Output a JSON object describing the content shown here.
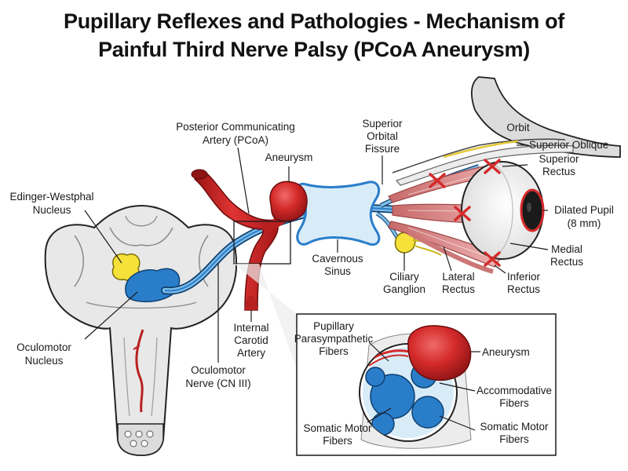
{
  "title": {
    "line1": "Pupillary Reflexes and Pathologies - Mechanism of",
    "line2": "Painful Third Nerve Palsy (PCoA Aneurysm)"
  },
  "labels": {
    "edinger_westphal": [
      "Edinger-Westphal",
      "Nucleus"
    ],
    "oculomotor_nucleus": [
      "Oculomotor",
      "Nucleus"
    ],
    "pcoa": [
      "Posterior Communicating",
      "Artery (PCoA)"
    ],
    "aneurysm_main": "Aneurysm",
    "superior_orbital_fissure": [
      "Superior",
      "Orbital",
      "Fissure"
    ],
    "orbit": "Orbit",
    "superior_oblique": "Superior Oblique",
    "superior_rectus": [
      "Superior",
      "Rectus"
    ],
    "dilated_pupil": [
      "Dilated Pupil",
      "(8 mm)"
    ],
    "medial_rectus": [
      "Medial",
      "Rectus"
    ],
    "inferior_rectus": [
      "Inferior",
      "Rectus"
    ],
    "lateral_rectus": [
      "Lateral",
      "Rectus"
    ],
    "ciliary_ganglion": [
      "Ciliary",
      "Ganglion"
    ],
    "cavernous_sinus": [
      "Cavernous",
      "Sinus"
    ],
    "internal_carotid": [
      "Internal",
      "Carotid",
      "Artery"
    ],
    "oculomotor_nerve": [
      "Oculomotor",
      "Nerve (CN III)"
    ]
  },
  "inset": {
    "pupillary_fibers": [
      "Pupillary",
      "Parasympathetic",
      "Fibers"
    ],
    "aneurysm": "Aneurysm",
    "accommodative_fibers": [
      "Accommodative",
      "Fibers"
    ],
    "somatic_left": [
      "Somatic Motor",
      "Fibers"
    ],
    "somatic_right": [
      "Somatic Motor",
      "Fibers"
    ]
  },
  "colors": {
    "artery": "#d42a2a",
    "artery_dark": "#8e1414",
    "nerve": "#2a7dc9",
    "nerve_light": "#7fbde8",
    "nucleus_yellow": "#f5e13a",
    "brainstem": "#e6e6e6",
    "muscle": "#e59a9a",
    "cross": "#d42a2a"
  }
}
